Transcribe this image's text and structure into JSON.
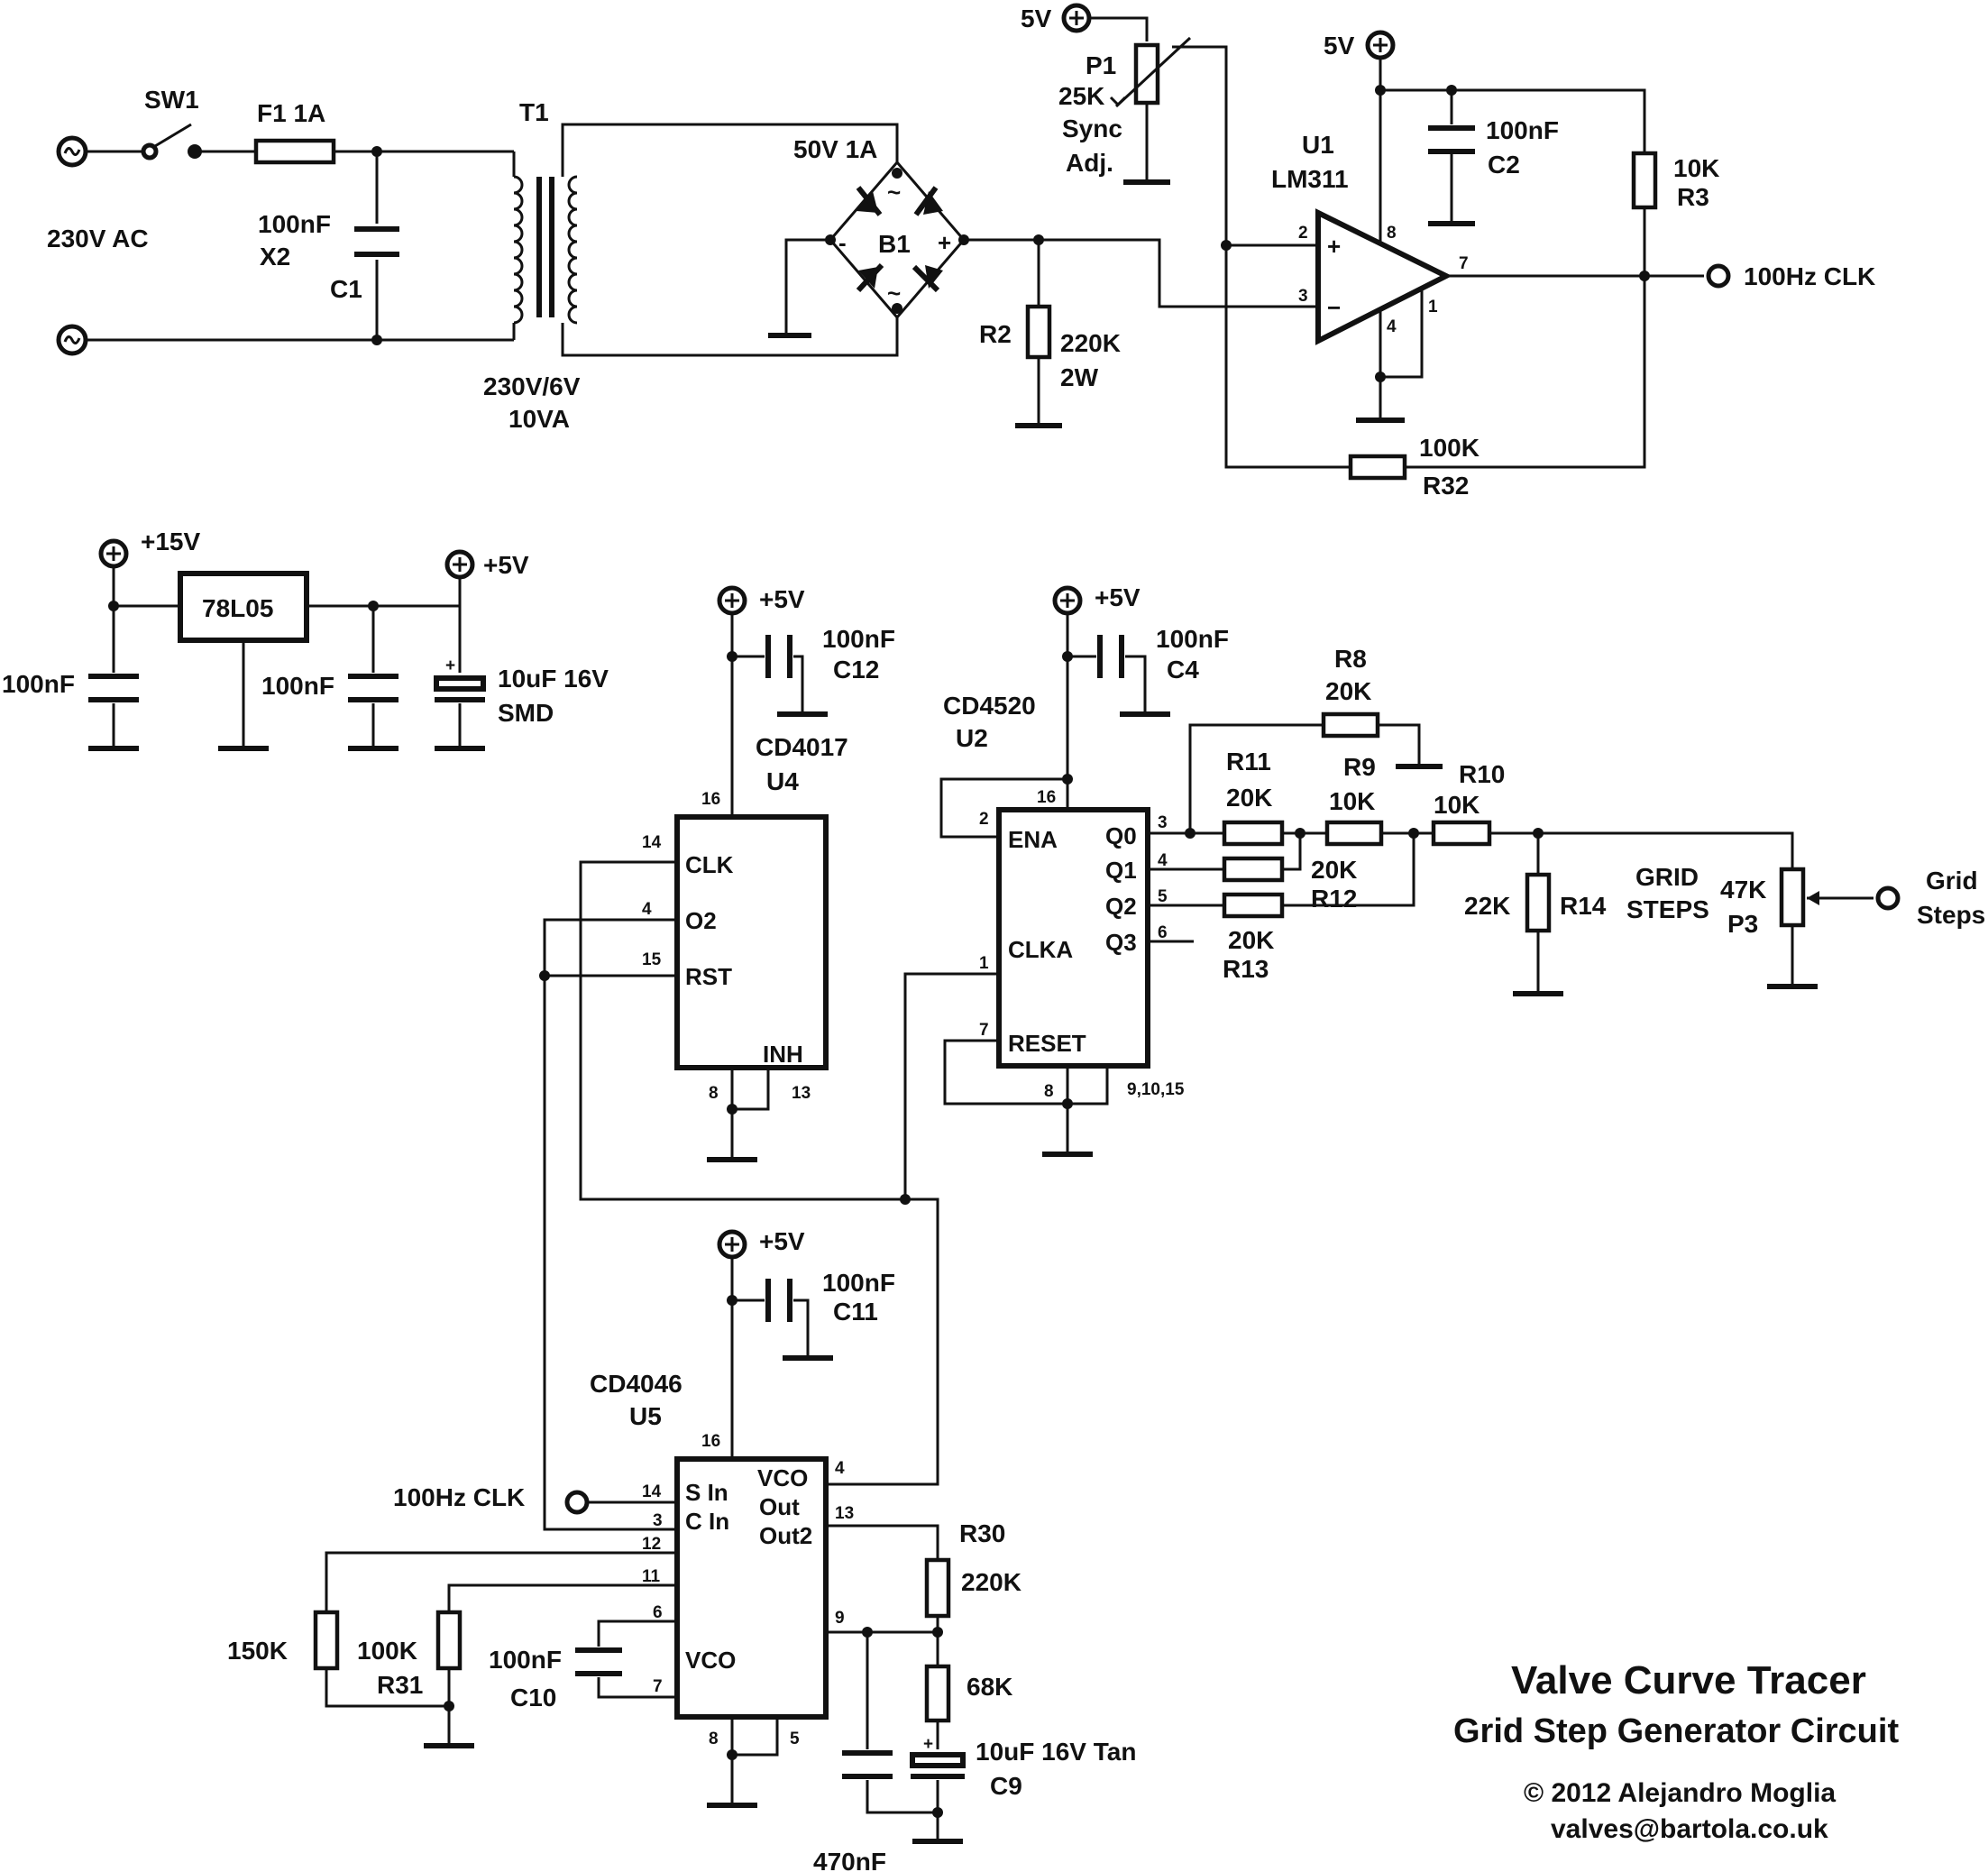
{
  "labels": {
    "sw1": "SW1",
    "f1": "F1 1A",
    "t1": "T1",
    "ac_in": "230V AC",
    "c1_val": "100nF",
    "c1_type": "X2",
    "c1": "C1",
    "tr_rating1": "230V/6V",
    "tr_rating2": "10VA",
    "b1_rating": "50V 1A",
    "b1": "B1",
    "r2": "R2",
    "r2_val": "220K",
    "r2_pow": "2W",
    "v5_a": "5V",
    "p1": "P1",
    "p1_val": "25K",
    "p1_fn1": "Sync",
    "p1_fn2": "Adj.",
    "v5_b": "5V",
    "u1": "U1",
    "u1_part": "LM311",
    "c2_val": "100nF",
    "c2": "C2",
    "r3_val": "10K",
    "r3": "R3",
    "clk_out": "100Hz CLK",
    "r32_val": "100K",
    "r32": "R32",
    "v15": "+15V",
    "reg": "78L05",
    "v5_reg": "+5V",
    "creg1": "100nF",
    "creg2": "100nF",
    "creg3_val": "10uF 16V",
    "creg3_pkg": "SMD",
    "v5_u4": "+5V",
    "c12_val": "100nF",
    "c12": "C12",
    "u4_part": "CD4017",
    "u4": "U4",
    "v5_u2": "+5V",
    "c4_val": "100nF",
    "c4": "C4",
    "u2_part": "CD4520",
    "u2": "U2",
    "r8": "R8",
    "r8_val": "20K",
    "r11": "R11",
    "r11_val": "20K",
    "r9": "R9",
    "r9_val": "10K",
    "r10": "R10",
    "r10_val": "10K",
    "r12_val": "20K",
    "r12": "R12",
    "r13_val": "20K",
    "r13": "R13",
    "r14_val": "22K",
    "r14": "R14",
    "grid1": "GRID",
    "grid2": "STEPS",
    "p3_val": "47K",
    "p3": "P3",
    "gs_out1": "Grid",
    "gs_out2": "Steps",
    "v5_u5": "+5V",
    "c11_val": "100nF",
    "c11": "C11",
    "u5_part": "CD4046",
    "u5": "U5",
    "clk_in": "100Hz CLK",
    "r30": "R30",
    "r30_val": "220K",
    "r68": "68K",
    "r150": "150K",
    "r31_val": "100K",
    "r31": "R31",
    "c10_val": "100nF",
    "c10": "C10",
    "c9_val": "10uF 16V Tan",
    "c9": "C9",
    "c470": "470nF"
  },
  "pins": {
    "u1": {
      "p8": "8",
      "p2": "2",
      "p3": "3",
      "p7": "7",
      "p4": "4",
      "p1": "1"
    },
    "u4": {
      "p16": "16",
      "p14": "14",
      "p4": "4",
      "p15": "15",
      "p8": "8",
      "p13": "13",
      "clk": "CLK",
      "o2": "O2",
      "rst": "RST",
      "inh": "INH"
    },
    "u2": {
      "p16": "16",
      "p2": "2",
      "p1": "1",
      "p7": "7",
      "p8": "8",
      "p3": "3",
      "p4": "4",
      "p5": "5",
      "p6": "6",
      "p9": "9,10,15",
      "ena": "ENA",
      "clka": "CLKA",
      "reset": "RESET",
      "q0": "Q0",
      "q1": "Q1",
      "q2": "Q2",
      "q3": "Q3"
    },
    "u5": {
      "p16": "16",
      "p14": "14",
      "p3": "3",
      "p12": "12",
      "p11": "11",
      "p6": "6",
      "p7": "7",
      "p8": "8",
      "p5": "5",
      "p4": "4",
      "p13": "13",
      "p9": "9",
      "sin": "S In",
      "cin": "C In",
      "vco1": "VCO",
      "out": "Out",
      "out2": "Out2",
      "vco2": "VCO"
    }
  },
  "title": {
    "line1": "Valve Curve Tracer",
    "line2": "Grid Step Generator Circuit",
    "copyright": "© 2012 Alejandro Moglia",
    "email": "valves@bartola.co.uk"
  }
}
